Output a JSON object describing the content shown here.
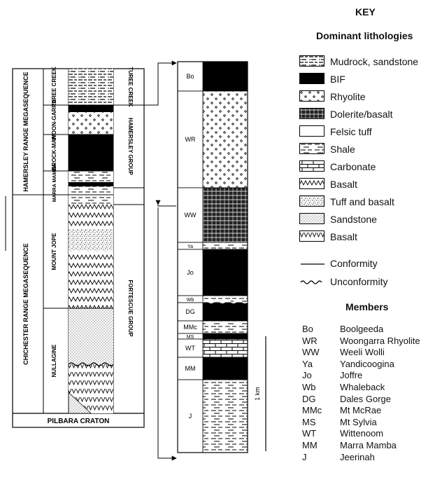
{
  "key": {
    "title": "KEY",
    "lithologies_title": "Dominant lithologies",
    "lithologies": [
      {
        "label": "Mudrock, sandstone",
        "pattern": "mudrock"
      },
      {
        "label": "BIF",
        "pattern": "bif"
      },
      {
        "label": "Rhyolite",
        "pattern": "rhyolite"
      },
      {
        "label": "Dolerite/basalt",
        "pattern": "dolerite"
      },
      {
        "label": "Felsic tuff",
        "pattern": "felsic"
      },
      {
        "label": "Shale",
        "pattern": "shale"
      },
      {
        "label": "Carbonate",
        "pattern": "carbonate"
      },
      {
        "label": "Basalt",
        "pattern": "basalt1"
      },
      {
        "label": "Tuff and basalt",
        "pattern": "tuffbasalt"
      },
      {
        "label": "Sandstone",
        "pattern": "sandstone"
      },
      {
        "label": "Basalt",
        "pattern": "basalt2"
      }
    ],
    "conformity": "Conformity",
    "unconformity": "Unconformity",
    "members_title": "Members",
    "members": [
      {
        "abbr": "Bo",
        "name": "Boolgeeda"
      },
      {
        "abbr": "WR",
        "name": "Woongarra Rhyolite"
      },
      {
        "abbr": "WW",
        "name": "Weeli Wolli"
      },
      {
        "abbr": "Ya",
        "name": "Yandicoogina"
      },
      {
        "abbr": "Jo",
        "name": "Joffre"
      },
      {
        "abbr": "Wb",
        "name": "Whaleback"
      },
      {
        "abbr": "DG",
        "name": "Dales Gorge"
      },
      {
        "abbr": "MMc",
        "name": "Mt McRae"
      },
      {
        "abbr": "MS",
        "name": "Mt Sylvia"
      },
      {
        "abbr": "WT",
        "name": "Wittenoom"
      },
      {
        "abbr": "MM",
        "name": "Marra Mamba"
      },
      {
        "abbr": "J",
        "name": "Jeerinah"
      }
    ]
  },
  "left_column": {
    "megasequences": [
      "HAMERSLEY RANGE MEGASEQUENCE",
      "CHICHESTER RANGE MEGASEQUENCE"
    ],
    "formations": [
      "TUREE CREEK",
      "WOON-GARRA",
      "BROCK-MAN",
      "MARRA MAMBA",
      "MOUNT JOPE",
      "NULLAGINE"
    ],
    "groups": [
      "TUREE CREEK",
      "HAMERSLEY GROUP",
      "FORTESCUE GROUP"
    ],
    "basement": "PILBARA CRATON"
  },
  "right_column": {
    "units": [
      {
        "abbr": "Bo",
        "pattern": "bif"
      },
      {
        "abbr": "WR",
        "pattern": "rhyolite"
      },
      {
        "abbr": "WW",
        "pattern": "dolerite"
      },
      {
        "abbr": "Ya",
        "pattern": "shale"
      },
      {
        "abbr": "Jo",
        "pattern": "bif"
      },
      {
        "abbr": "Wb",
        "pattern": "shale"
      },
      {
        "abbr": "DG",
        "pattern": "bif"
      },
      {
        "abbr": "MMc",
        "pattern": "shale"
      },
      {
        "abbr": "MS",
        "pattern": "bif"
      },
      {
        "abbr": "WT",
        "pattern": "carbonate"
      },
      {
        "abbr": "MM",
        "pattern": "bif"
      },
      {
        "abbr": "J",
        "pattern": "shale"
      }
    ],
    "scale_label": "1 km"
  }
}
